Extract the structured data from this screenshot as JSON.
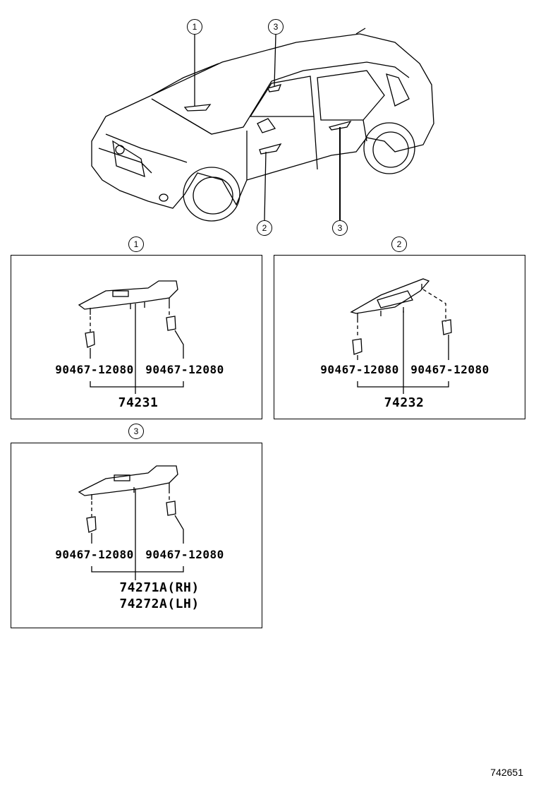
{
  "overview": {
    "callouts": [
      "1",
      "3",
      "2",
      "3"
    ]
  },
  "panels": [
    {
      "id": "1",
      "left_part": "90467-12080",
      "right_part": "90467-12080",
      "main_part": "74231"
    },
    {
      "id": "2",
      "left_part": "90467-12080",
      "right_part": "90467-12080",
      "main_part": "74232"
    },
    {
      "id": "3",
      "left_part": "90467-12080",
      "right_part": "90467-12080",
      "main_part": "74271A(RH)",
      "main_part_2": "74272A(LH)"
    }
  ],
  "figure_id": "742651"
}
